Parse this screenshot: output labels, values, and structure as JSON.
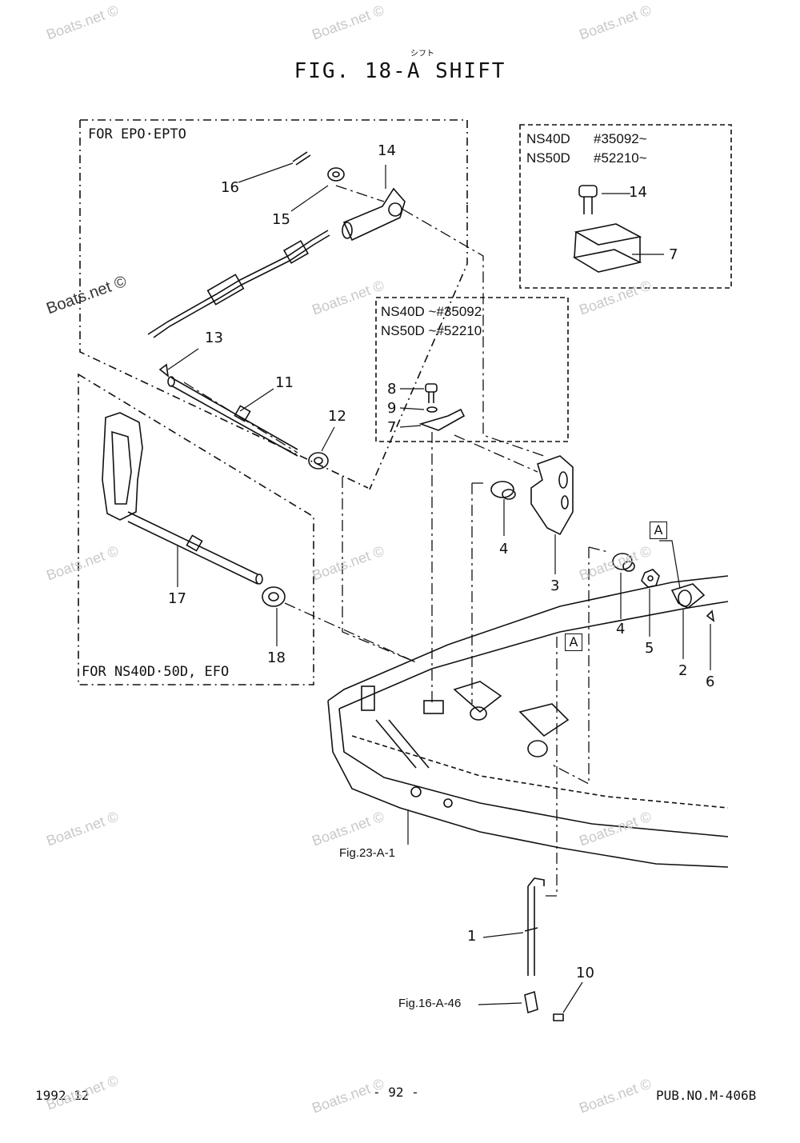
{
  "title": {
    "ruby": "シフト",
    "text": "FIG. 18-A SHIFT"
  },
  "groups": {
    "epo": "FOR EPO·EPTO",
    "efo": "FOR NS40D·50D, EFO",
    "late": {
      "line1_model": "NS40D",
      "line1_serial": "#35092~",
      "line2_model": "NS50D",
      "line2_serial": "#52210~"
    },
    "early": {
      "line1": "NS40D ~#35092",
      "line2": "NS50D ~#52210"
    }
  },
  "callouts": {
    "p1": "1",
    "p2": "2",
    "p3": "3",
    "p4a": "4",
    "p4b": "4",
    "p5": "5",
    "p6": "6",
    "p7a": "7",
    "p7b": "7",
    "p8": "8",
    "p9": "9",
    "p10": "10",
    "p11": "11",
    "p12": "12",
    "p13": "13",
    "p14a": "14",
    "p14b": "14",
    "p15": "15",
    "p16": "16",
    "p17": "17",
    "p18": "18"
  },
  "refs": {
    "fig23": "Fig.23-A-1",
    "fig16": "Fig.16-A-46",
    "boxA": "A"
  },
  "footer": {
    "date": "1992.12",
    "page": "- 92 -",
    "pub": "PUB.NO.M-406B"
  },
  "watermark": "Boats.net ©"
}
